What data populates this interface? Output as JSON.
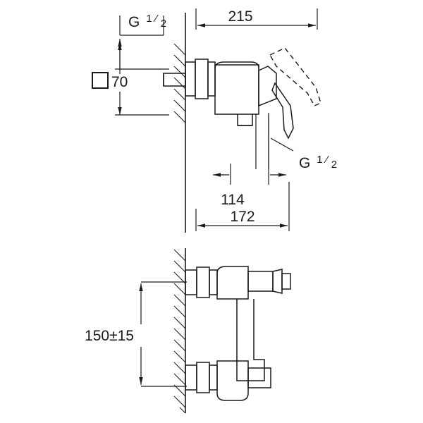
{
  "diagram": {
    "title": "Technical drawing of a wall-mounted single-lever shower mixer",
    "type": "engineering-dimension-drawing",
    "colors": {
      "line": "#1a1a1a",
      "background": "#ffffff",
      "hatch": "#1a1a1a",
      "dashed": "#1a1a1a"
    },
    "views": [
      {
        "name": "side-view",
        "labels": {
          "thread_top": {
            "prefix": "G",
            "numerator": "1",
            "denominator": "2"
          },
          "thread_bottom": {
            "prefix": "G",
            "numerator": "1",
            "denominator": "2"
          },
          "square_symbol_value": "70",
          "overall_length": "215",
          "center_distance": "114",
          "projection": "172"
        }
      },
      {
        "name": "front-view",
        "labels": {
          "center_height": "150±15"
        }
      }
    ]
  }
}
